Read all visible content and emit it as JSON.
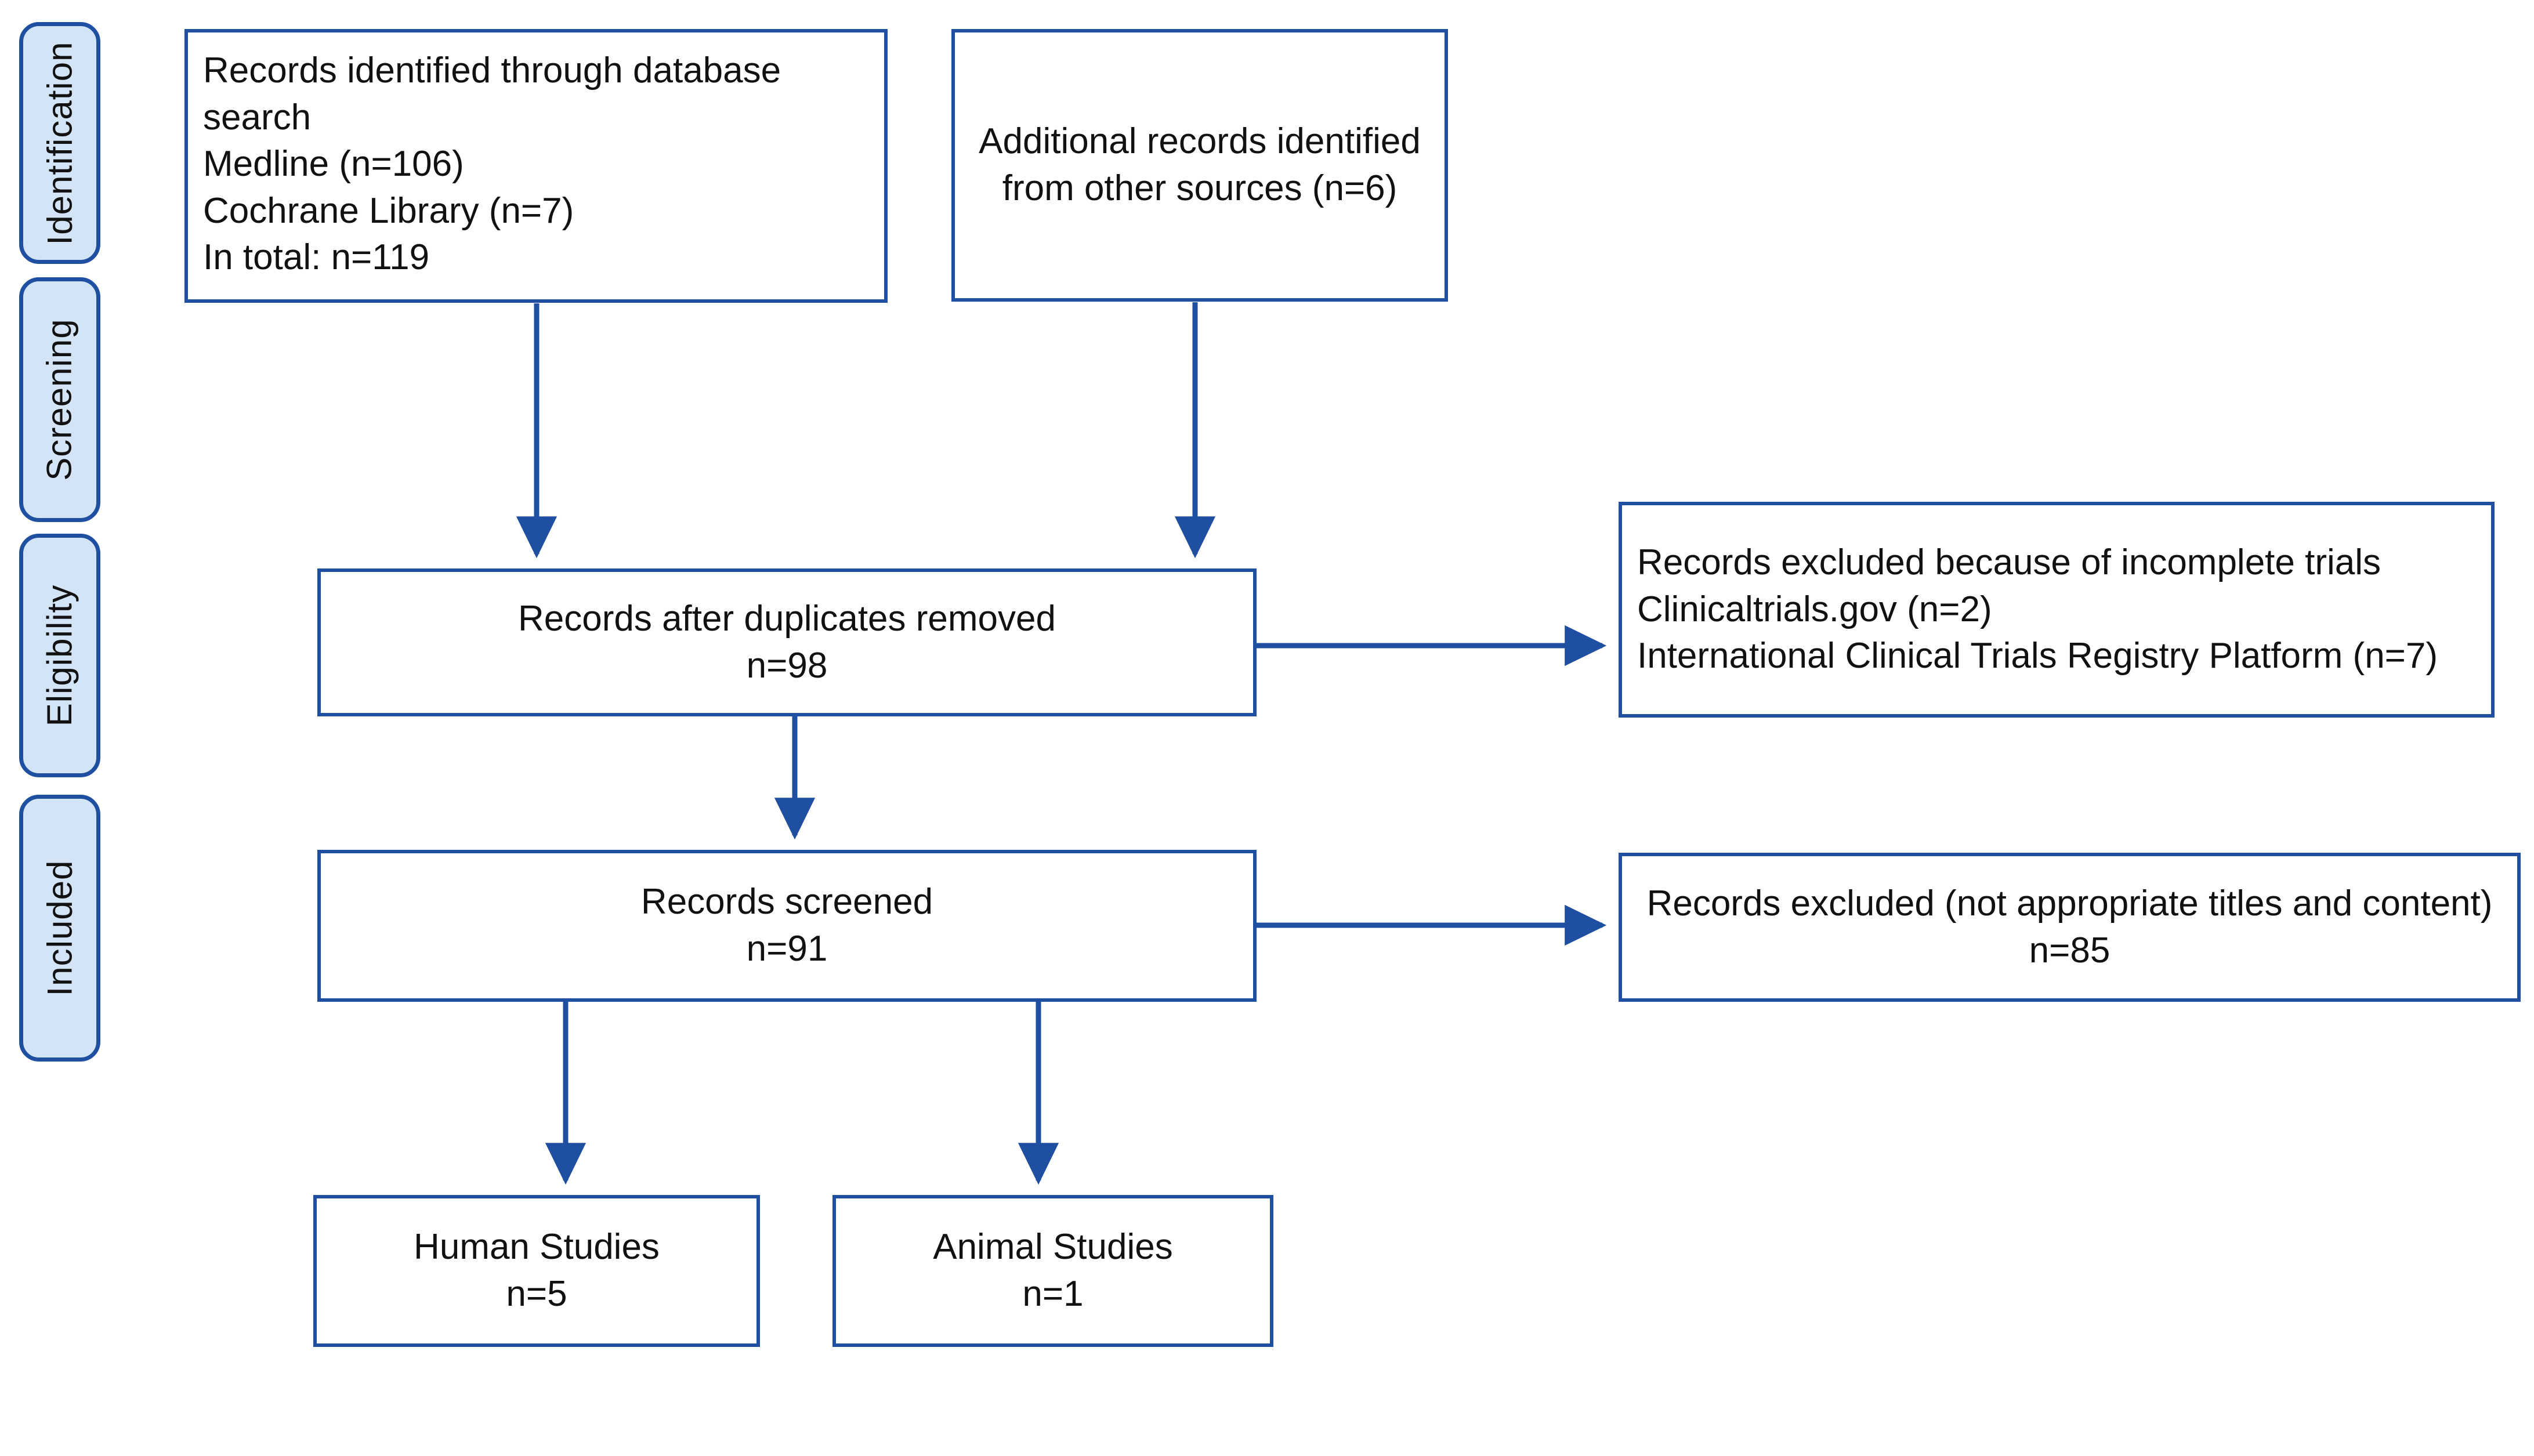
{
  "diagram": {
    "type": "prisma-flow-diagram",
    "accent_color": "#1f4fa0",
    "badge_fill": "#d3e4f7",
    "text_color": "#111111",
    "stages": [
      {
        "id": "identification",
        "label": "Identification"
      },
      {
        "id": "screening",
        "label": "Screening"
      },
      {
        "id": "eligibility",
        "label": "Eligibility"
      },
      {
        "id": "included",
        "label": "Included"
      }
    ],
    "nodes": {
      "database_search": {
        "align": "left",
        "lines": [
          "Records identified through database",
          "search",
          "Medline (n=106)",
          "Cochrane Library (n=7)",
          "In total: n=119"
        ]
      },
      "other_sources": {
        "align": "center",
        "lines": [
          "Additional records identified",
          "from other sources (n=6)"
        ]
      },
      "duplicates_removed": {
        "align": "center",
        "lines": [
          "Records after duplicates removed",
          "n=98"
        ]
      },
      "excluded_incomplete": {
        "align": "left",
        "lines": [
          "Records excluded because of incomplete trials",
          "Clinicaltrials.gov (n=2)",
          "International Clinical Trials Registry Platform (n=7)"
        ]
      },
      "records_screened": {
        "align": "center",
        "lines": [
          "Records screened",
          "n=91"
        ]
      },
      "excluded_titles": {
        "align": "center",
        "lines": [
          "Records excluded (not appropriate titles and content)",
          "n=85"
        ]
      },
      "human_studies": {
        "align": "center",
        "lines": [
          "Human Studies",
          "n=5"
        ]
      },
      "animal_studies": {
        "align": "center",
        "lines": [
          "Animal Studies",
          "n=1"
        ]
      }
    },
    "counts": {
      "medline": 106,
      "cochrane_library": 7,
      "identified_total": 119,
      "other_sources": 6,
      "after_duplicates": 98,
      "excluded_clinicaltrials_gov": 2,
      "excluded_ictrp": 7,
      "screened": 91,
      "excluded_not_appropriate": 85,
      "human_studies": 5,
      "animal_studies": 1
    }
  }
}
